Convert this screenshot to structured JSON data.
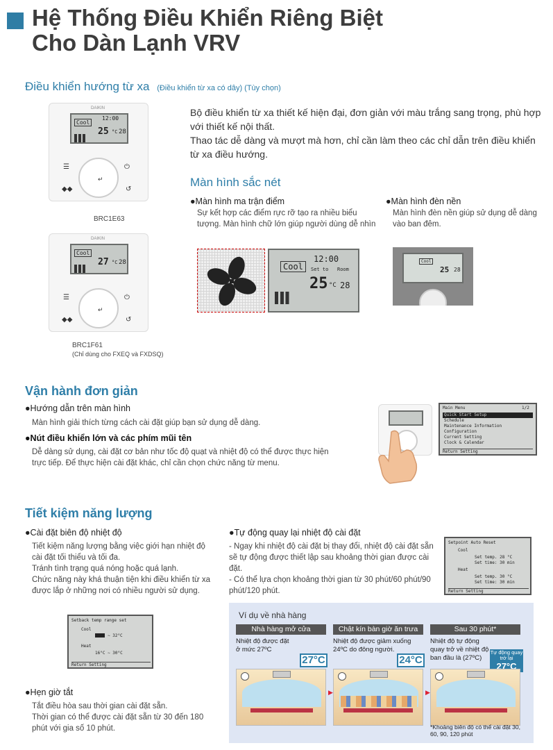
{
  "page": {
    "title_line1": "Hệ Thống Điều Khiển Riêng Biệt",
    "title_line2": "Cho Dàn Lạnh VRV"
  },
  "remote": {
    "heading": "Điều khiển hướng từ xa",
    "heading_note": "(Điều khiển từ xa có dây) (Tùy chọn)",
    "desc": "Bộ điều khiển từ xa thiết kế hiện đại, đơn giản với màu  trắng sang trọng, phù hợp với thiết kế nội thất.",
    "desc2": "Thao tác dễ dàng và mượt mà hơn, chỉ cần làm theo các chỉ dẫn trên điều khiển từ xa điều hướng.",
    "model1": "BRC1E63",
    "model2": "BRC1F61",
    "model2_note": "(Chỉ dùng cho FXEQ và FXDSQ)",
    "lcd1_mode": "Cool",
    "lcd1_time": "12:00",
    "lcd1_temp": "25",
    "lcd1_unit": "°C",
    "lcd1_room": "28",
    "lcd2_temp": "27",
    "brand": "DAIKIN"
  },
  "sharp": {
    "heading": "Màn hình sắc nét",
    "dot_title": "●Màn hình ma trận điểm",
    "dot_text": "Sự kết hợp các điểm rực rỡ tạo ra nhiều biểu  tượng. Màn hình chữ lớn giúp người dùng dễ nhìn",
    "back_title": "●Màn hình đèn nền",
    "back_text": "Màn hình đèn nền giúp sử dụng dễ dàng vào ban đêm.",
    "lcd_mode": "Cool",
    "lcd_time": "12:00",
    "lcd_set": "Set to",
    "lcd_room": "Room",
    "lcd_temp": "25",
    "lcd_unit": "°C",
    "lcd_room_temp": "28"
  },
  "simple": {
    "heading": "Vận hành đơn giản",
    "b1_title": "●Hướng dẫn trên màn hình",
    "b1_text": "Màn hình giải thích từng cách cài đặt giúp bạn sử dụng dễ dàng.",
    "b2_title": "●Nút điều khiển lớn và các phím mũi tên",
    "b2_text": "Dễ dàng sử dụng, cài đặt cơ bản như tốc độ quạt và nhiệt độ có thể được thực hiện trực tiếp. Để thực hiện cài đặt khác, chỉ cần chọn chức năng từ menu.",
    "menu_title": "Main Menu",
    "menu_page": "1/2",
    "menu_items": [
      "Quick Start Setup",
      "Schedule",
      "Maintenance Information",
      "Configuration",
      "Current Setting",
      "Clock & Calendar"
    ],
    "menu_footer": "Return   Setting"
  },
  "energy": {
    "heading": "Tiết kiệm năng lượng",
    "b1_title": "●Cài đặt biên độ nhiệt độ",
    "b1_items": [
      "Tiết kiệm năng lượng bằng việc giới hạn nhiệt độ cài đặt tối thiểu và tối đa.",
      "Tránh tình trạng quá nóng hoặc quá lạnh.",
      "Chức năng này khá thuận tiện khi điều khiển từ xa được lắp ở những nơi có nhiều người sử dụng."
    ],
    "range_title": "Setback temp range set",
    "range_cool": "Cool",
    "range_cool_val": "∼ 32°C",
    "range_heat": "Heat",
    "range_heat_val": "16°C ∼ 30°C",
    "range_footer": "Return   Setting",
    "b2_title": "●Hẹn giờ tắt",
    "b2_items": [
      "Tắt điều hòa sau thời gian cài đặt sẵn.",
      "Thời gian có thể được cài đặt sẵn từ 30 đến 180 phút với gia số 10 phút."
    ],
    "b3_title": "●Tự động quay lại nhiệt độ cài đặt",
    "b3_items": [
      "- Ngay khi nhiệt độ cài đặt bị thay đổi, nhiệt độ cài đặt sẵn sẽ tự động được thiết lập sau khoảng thời gian được cài đặt.",
      "- Có thể lựa chọn khoảng thời gian từ 30 phút/60 phút/90 phút/120 phút."
    ],
    "reset_title": "Setpoint Auto Reset",
    "reset_cool": "Cool",
    "reset_l1": "Set temp. 28 °C",
    "reset_l2": "Set time: 30 min",
    "reset_heat": "Heat",
    "reset_l3": "Set temp. 30 °C",
    "reset_l4": "Set time: 30 min",
    "reset_footer": "Return   Setting"
  },
  "example": {
    "heading": "Ví dụ về nhà hàng",
    "panels": [
      {
        "head": "Nhà hàng mở cửa",
        "text": "Nhiệt độ được đặt ở mức 27ºC",
        "temp": "27°C"
      },
      {
        "head": "Chật kín bàn giờ ăn trưa",
        "text": "Nhiệt độ được giảm xuống 24ºC do đông người.",
        "temp": "24°C"
      },
      {
        "head": "Sau 30 phút*",
        "text": "Nhiệt độ tự động quay trở về nhiệt độ ban đầu là (27ºC)",
        "temp": "27°C",
        "badge": "Tự động quay trở lại"
      }
    ],
    "footnote": "*Khoảng biên độ có thể cài đặt 30, 60, 90, 120 phút"
  }
}
